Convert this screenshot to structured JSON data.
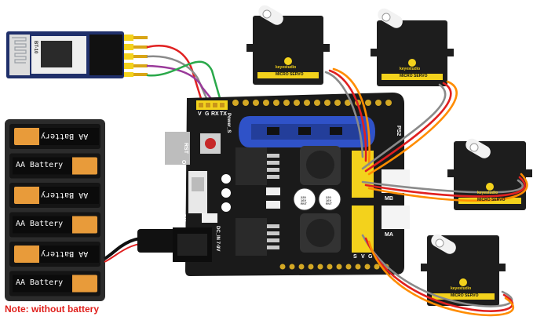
{
  "bt_module": {
    "label": "BT-10"
  },
  "battery_box": {
    "cell_label": "AA Battery",
    "cells": 6,
    "note": "Note: without battery"
  },
  "shield": {
    "pins": [
      "V",
      "G",
      "RX",
      "TX"
    ],
    "rst_label": "RST",
    "power_label": "Power_S",
    "off_label": "OFF",
    "on_label": "ON",
    "dc_label": "DC_IN 7-9V",
    "ps2_label": "PS2",
    "mb_label": "MB",
    "ma_label": "MA",
    "servo_pins": [
      "S",
      "V",
      "G"
    ],
    "inductor_labels": [
      "220 16V RVT",
      "220 16V RVT"
    ]
  },
  "servo": {
    "brand": "keyestudio",
    "model": "MICRO SERVO"
  },
  "colors": {
    "board": "#1a1a1a",
    "header_yellow": "#f3d21c",
    "usb_blue": "#2f52c8",
    "bt_pcb": "#1f2f6a",
    "note_red": "#e0201c",
    "wire_red": "#e02020",
    "wire_orange": "#ff8c00",
    "wire_gray": "#8a8a8a",
    "wire_green": "#2aa84a",
    "wire_purple": "#9a3a9a"
  }
}
